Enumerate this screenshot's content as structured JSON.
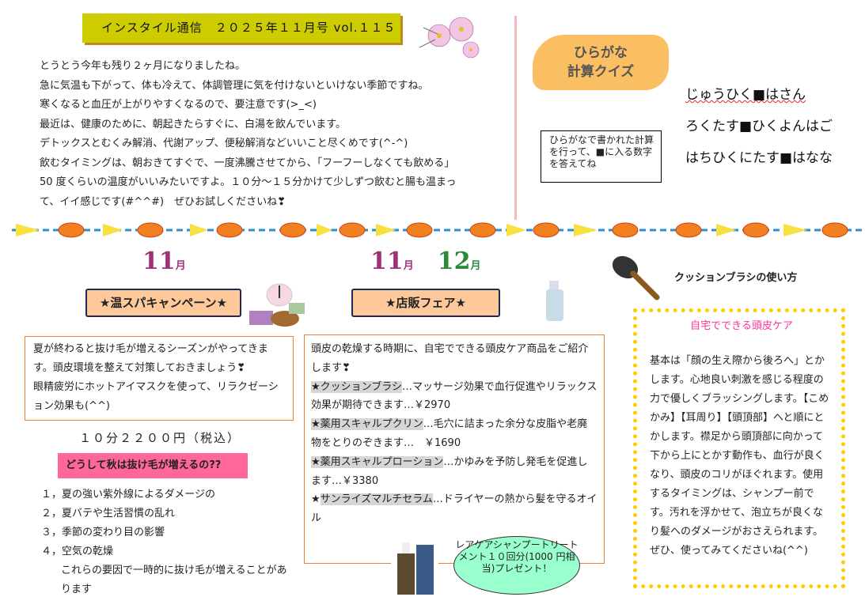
{
  "header": {
    "title": "インスタイル通信　２０２５年１１月号 vol.１１５"
  },
  "intro": [
    "とうとう今年も残り２ヶ月になりましたね。",
    "急に気温も下がって、体も冷えて、体調管理に気を付けないといけない季節ですね。",
    "寒くなると血圧が上がりやすくなるので、要注意です(>_<)",
    "最近は、健康のために、朝起きたらすぐに、白湯を飲んでいます。",
    "デトックスとむくみ解消、代謝アップ、便秘解消などいいこと尽くめです(^-^)",
    "飲むタイミングは、朝おきてすぐで、一度沸騰させてから、「フーフーしなくても飲める」",
    "50 度くらいの温度がいいみたいですよ。１０分～１５分かけて少しずつ飲むと腸も温まっ",
    "て、イイ感じです(#^^#)　ぜひお試しくださいね❣"
  ],
  "quiz": {
    "badge_line1": "ひらがな",
    "badge_line2": "計算クイズ",
    "note": "ひらがなで書かれた計算を行って、■に入る数字を答えてね",
    "q1": "じゅうひく■はさん",
    "q2": "ろくたす■ひくよんはご",
    "q3": "はちひくにたす■はなな"
  },
  "spa": {
    "month": "11",
    "month_suffix": "月",
    "title": "★温スパキャンペーン★",
    "body": [
      "夏が終わると抜け毛が増えるシーズンがやってきます。頭皮環境を整えて対策しておきましょう❣",
      "眼精疲労にホットアイマスクを使って、リラクゼーション効果も(^^)"
    ],
    "price": "１０分２２００円（税込）",
    "why_title": "どうして秋は抜け毛が増えるの??",
    "reasons": [
      "１，夏の強い紫外線によるダメージの",
      "２，夏バテや生活習慣の乱れ",
      "３，季節の変わり目の影響",
      "４，空気の乾燥"
    ],
    "conclusion": "これらの要因で一時的に抜け毛が増えることがあります"
  },
  "fair": {
    "month1": "11",
    "month2": "12",
    "month_suffix": "月",
    "title": "★店販フェア★",
    "intro": "頭皮の乾燥する時期に、自宅でできる頭皮ケア商品をご紹介します❣",
    "items": [
      {
        "name": "★クッションブラシ",
        "desc": "…マッサージ効果で血行促進やリラックス効果が期待できます…￥2970"
      },
      {
        "name": "★薬用スキャルプクリン",
        "desc": "…毛穴に詰まった余分な皮脂や老廃物をとりのぞきます…　￥1690"
      },
      {
        "name": "★薬用スキャルプローション",
        "desc": "…かゆみを予防し発毛を促進します…￥3380"
      },
      {
        "name": "サンライズマルチセラム",
        "prefix": "★",
        "desc": "…ドライヤーの熱から髪を守るオイル"
      }
    ],
    "bubble": "レアケアシャンプートリートメント１０回分(1000 円相当)プレゼント！"
  },
  "brush_care": {
    "heading": "クッションブラシの使い方",
    "title": "自宅でできる頭皮ケア",
    "body": "基本は「顔の生え際から後ろへ」とかします。心地良い刺激を感じる程度の力で優しくブラッシングします。【こめかみ】【耳周り】【頭頂部】へと順にとかします。襟足から頭頂部に向かって下から上にとかす動作も、血行が良くなり、頭皮のコリがほぐれます。使用するタイミングは、シャンプー前です。汚れを浮かせて、泡立ちが良くなり髪へのダメージがおさえられます。ぜひ、使ってみてくださいね(^^)"
  }
}
